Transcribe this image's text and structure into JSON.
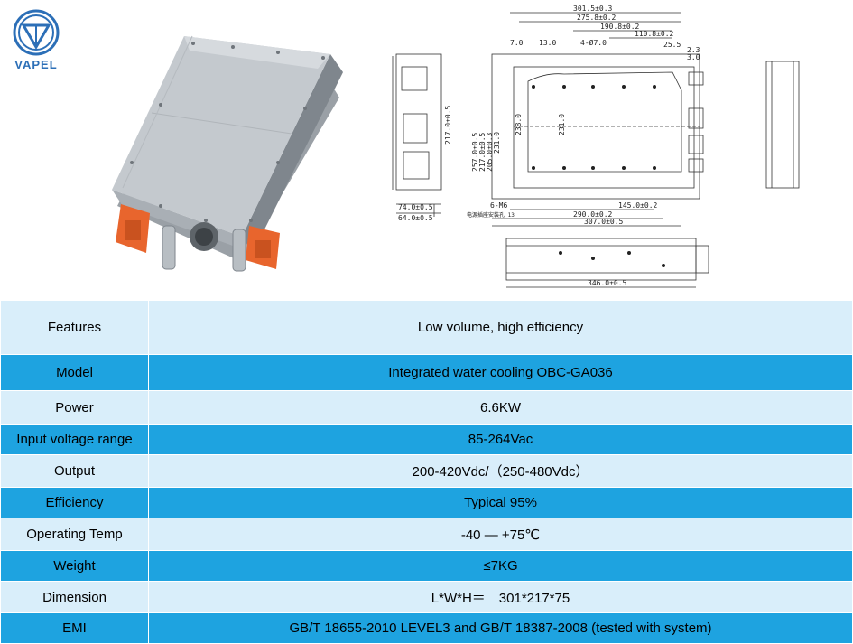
{
  "brand": {
    "logo_text": "VAPEL"
  },
  "drawing": {
    "top_dims": [
      "301.5±0.3",
      "275.8±0.2",
      "190.8±0.2",
      "110.8±0.2",
      "4-Ø7.0",
      "25.5",
      "2.3",
      "3.0",
      "7.0",
      "13.0"
    ],
    "left_dims": [
      "217.0±0.5"
    ],
    "side_dims": [
      "257.0±0.5",
      "217.0±0.5",
      "205.0±0.3",
      "231.0"
    ],
    "inner_dims": [
      "238.0",
      "231.0"
    ],
    "bottom_dims": [
      "74.0±0.5",
      "64.0±0.5",
      "6-M6",
      "145.0±0.2",
      "290.0±0.2",
      "307.0±0.5"
    ],
    "note": "电源插座安装孔 13",
    "lower_view_dim": "346.0±0.5"
  },
  "specs": [
    {
      "label": "Features",
      "value": "Low volume, high efficiency"
    },
    {
      "label": "Model",
      "value": "Integrated  water cooling OBC-GA036"
    },
    {
      "label": "Power",
      "value": "6.6KW"
    },
    {
      "label": "Input voltage range",
      "value": "85-264Vac"
    },
    {
      "label": "Output",
      "value": "200-420Vdc/（250-480Vdc）"
    },
    {
      "label": "Efficiency",
      "value": "Typical 95%"
    },
    {
      "label": "Operating Temp",
      "value": "-40 — +75℃"
    },
    {
      "label": "Weight",
      "value": "≤7KG"
    },
    {
      "label": "Dimension",
      "value": "L*W*H＝　301*217*75"
    },
    {
      "label": "EMI",
      "value": "GB/T 18655-2010 LEVEL3 and GB/T 18387-2008 (tested with system)"
    }
  ]
}
